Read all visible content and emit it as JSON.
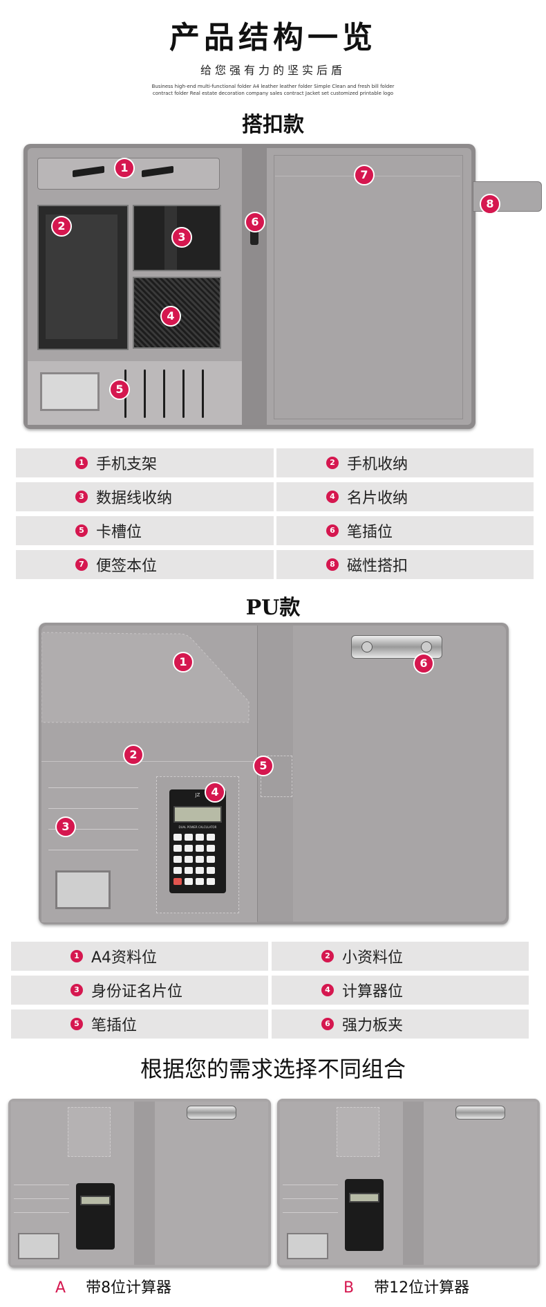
{
  "header": {
    "title": "产品结构一览",
    "subtitle": "给您强有力的坚实后盾",
    "tagline_line1": "Business high-end multi-functional folder A4 leather leather folder Simple Clean and fresh bill folder",
    "tagline_line2": "contract folder Real estate decoration company sales contract Jacket set customized printable logo"
  },
  "section1": {
    "title": "搭扣款",
    "badges": [
      "1",
      "2",
      "3",
      "4",
      "5",
      "6",
      "7",
      "8"
    ],
    "features": [
      {
        "num": "1",
        "label": "手机支架"
      },
      {
        "num": "2",
        "label": "手机收纳"
      },
      {
        "num": "3",
        "label": "数据线收纳"
      },
      {
        "num": "4",
        "label": "名片收纳"
      },
      {
        "num": "5",
        "label": "卡槽位"
      },
      {
        "num": "6",
        "label": "笔插位"
      },
      {
        "num": "7",
        "label": "便签本位"
      },
      {
        "num": "8",
        "label": "磁性搭扣"
      }
    ]
  },
  "section2": {
    "title": "PU款",
    "badges": [
      "1",
      "2",
      "3",
      "4",
      "5",
      "6"
    ],
    "calculator": {
      "brand": "JZ",
      "model_text": "DUAL POWER CALCULATOR"
    },
    "features": [
      {
        "num": "1",
        "label": "A4资料位"
      },
      {
        "num": "2",
        "label": "小资料位"
      },
      {
        "num": "3",
        "label": "身份证名片位"
      },
      {
        "num": "4",
        "label": "计算器位"
      },
      {
        "num": "5",
        "label": "笔插位"
      },
      {
        "num": "6",
        "label": "强力板夹"
      }
    ]
  },
  "section3": {
    "title": "根据您的需求选择不同组合",
    "options": [
      {
        "letter": "A",
        "label": "带8位计算器"
      },
      {
        "letter": "B",
        "label": "带12位计算器"
      }
    ]
  },
  "colors": {
    "accent": "#d5174f",
    "cell_bg": "#e6e5e5",
    "folder_gray": "#a8a5a6"
  }
}
